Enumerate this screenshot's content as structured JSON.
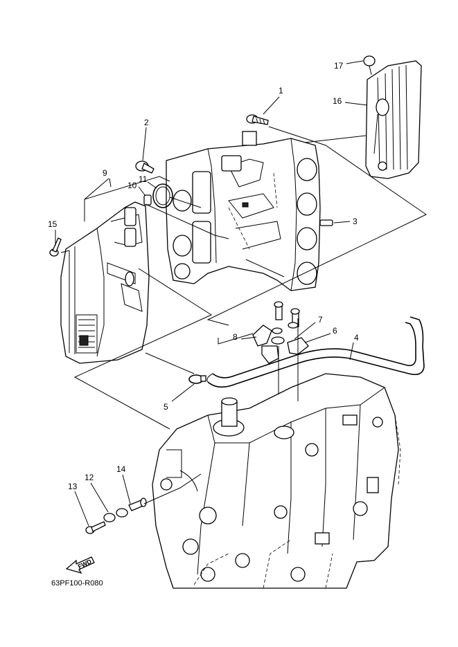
{
  "callouts": {
    "c1": "1",
    "c2": "2",
    "c3": "3",
    "c4": "4",
    "c5": "5",
    "c6": "6",
    "c7": "7",
    "c8": "8",
    "c9": "9",
    "c10": "10",
    "c11": "11",
    "c12": "12",
    "c13": "13",
    "c14": "14",
    "c15": "15",
    "c16": "16",
    "c17": "17"
  },
  "fwd_label": "FWD",
  "diagram_code": "63PF100-R080"
}
